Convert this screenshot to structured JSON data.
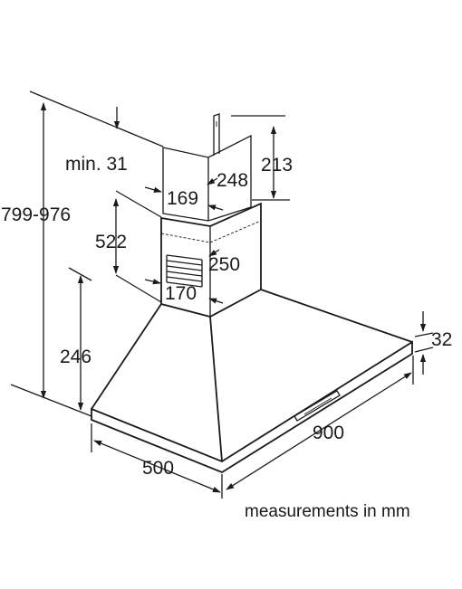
{
  "dimensions": {
    "total_height_range": "799-976",
    "min_gap": "min. 31",
    "upper_chimney_height": "213",
    "upper_chimney_width": "248",
    "upper_chimney_depth": "169",
    "lower_chimney_height": "522",
    "lower_chimney_width": "250",
    "lower_chimney_depth": "170",
    "canopy_height": "246",
    "canopy_thickness": "32",
    "hood_width": "900",
    "hood_depth": "500"
  },
  "caption": "measurements in mm",
  "colors": {
    "line": "#1a1a1a",
    "background": "#ffffff"
  }
}
